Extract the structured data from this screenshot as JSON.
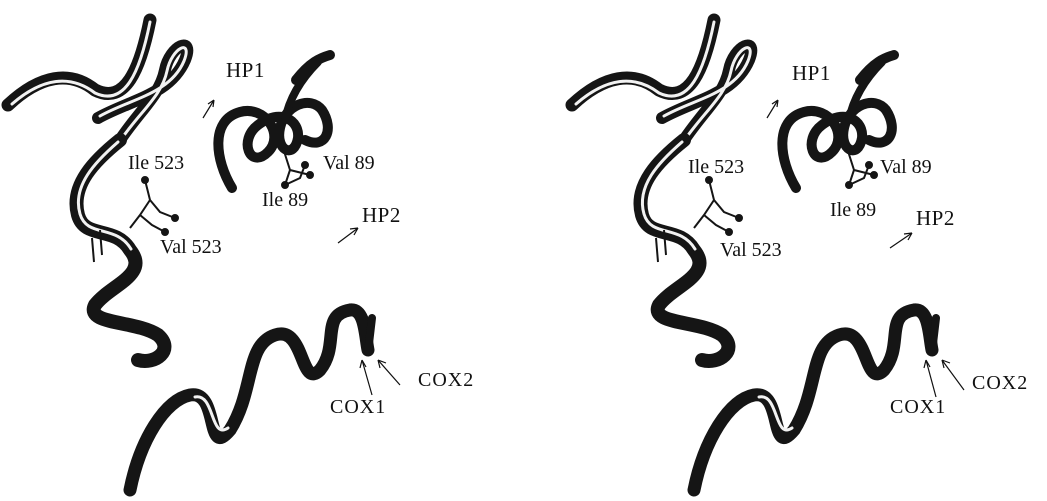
{
  "figure": {
    "panels": [
      {
        "labels": {
          "hp1": "HP1",
          "hp2": "HP2",
          "ile523": "Ile 523",
          "val523": "Val 523",
          "val89": "Val 89",
          "ile89": "Ile 89",
          "cox1": "COX1",
          "cox2": "COX2"
        }
      },
      {
        "labels": {
          "hp1": "HP1",
          "hp2": "HP2",
          "ile523": "Ile 523",
          "val523": "Val 523",
          "val89": "Val 89",
          "ile89": "Ile 89",
          "cox1": "COX1",
          "cox2": "COX2"
        }
      }
    ]
  },
  "colors": {
    "ribbon": "#151515",
    "ribbon_light": "#f2f2f2",
    "text": "#111111"
  }
}
